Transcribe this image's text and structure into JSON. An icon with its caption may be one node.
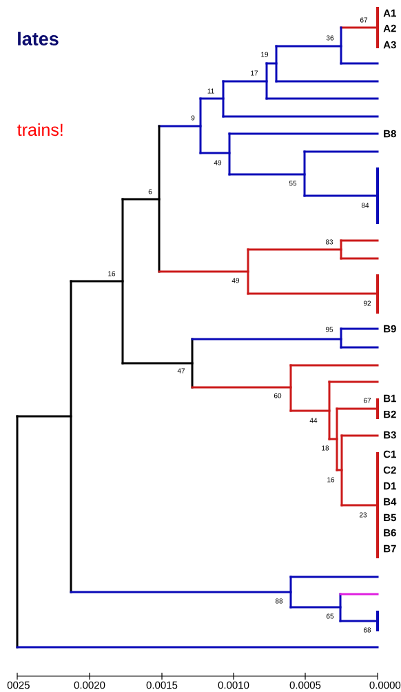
{
  "diagram": {
    "title": "lates",
    "labels": [
      "A1",
      "67",
      "A2",
      "36",
      "A3",
      "19",
      "17",
      "11",
      "9",
      "trains!",
      "B8",
      "49",
      "55",
      "6",
      "84",
      "83",
      "16",
      "49",
      "92",
      "95",
      "B9",
      "47",
      "60",
      "67",
      "B1",
      "B2",
      "44",
      "B3",
      "18",
      "C1",
      "C2",
      "16",
      "D1",
      "B4",
      "23",
      "B5",
      "B6",
      "B7",
      "88",
      "65",
      "68",
      "0025",
      "0.0020",
      "0.0015",
      "0.0010",
      "0.0005",
      "0.0000"
    ]
  }
}
